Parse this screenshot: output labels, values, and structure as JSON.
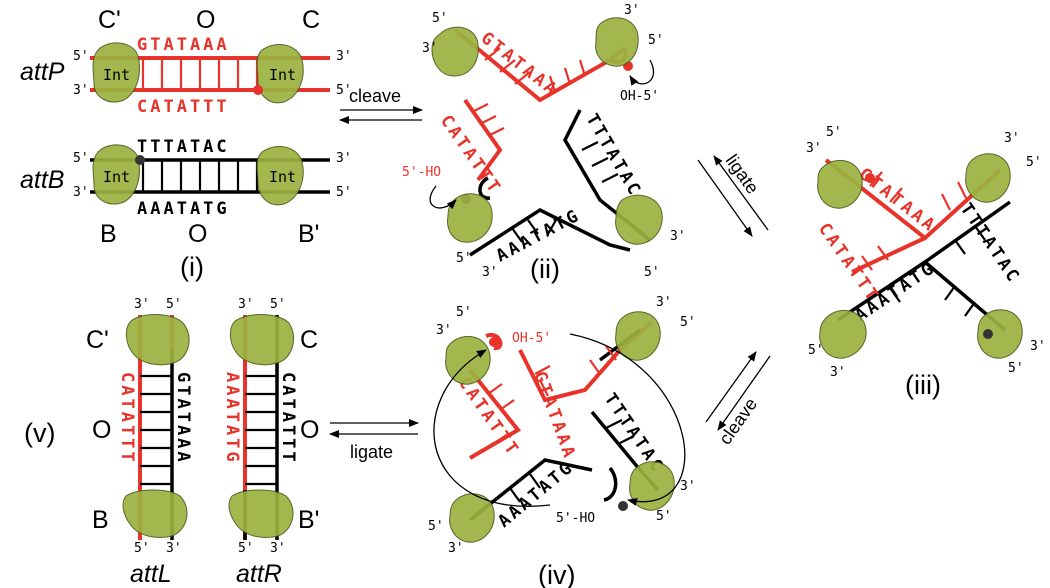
{
  "labels": {
    "attP": "attP",
    "attB": "attB",
    "attL": "attL",
    "attR": "attR",
    "C_prime": "C'",
    "O": "O",
    "C": "C",
    "B": "B",
    "B_prime": "B'",
    "int": "Int"
  },
  "panels": {
    "i": "(i)",
    "ii": "(ii)",
    "iii": "(iii)",
    "iv": "(iv)",
    "v": "(v)"
  },
  "steps": {
    "cleave_top": "cleave",
    "ligate_right": "ligate",
    "cleave_right": "cleave",
    "ligate_bottom": "ligate"
  },
  "ends": {
    "five": "5'",
    "three": "3'",
    "oh5": "OH-5'",
    "ho5": "5'-HO"
  },
  "sequences": {
    "attP_top": "GTATAAA",
    "attP_bottom": "CATATTT",
    "attB_top": "TTTATAC",
    "attB_bottom": "AAATATG",
    "attL_left": "CATATTT",
    "attL_right": "GTATAAA",
    "attR_left": "AAATATG",
    "attR_right": "CATATTT"
  },
  "colors": {
    "attP_strand": "#e8332a",
    "attB_strand": "#000000",
    "integrase": "#9bb23f"
  }
}
